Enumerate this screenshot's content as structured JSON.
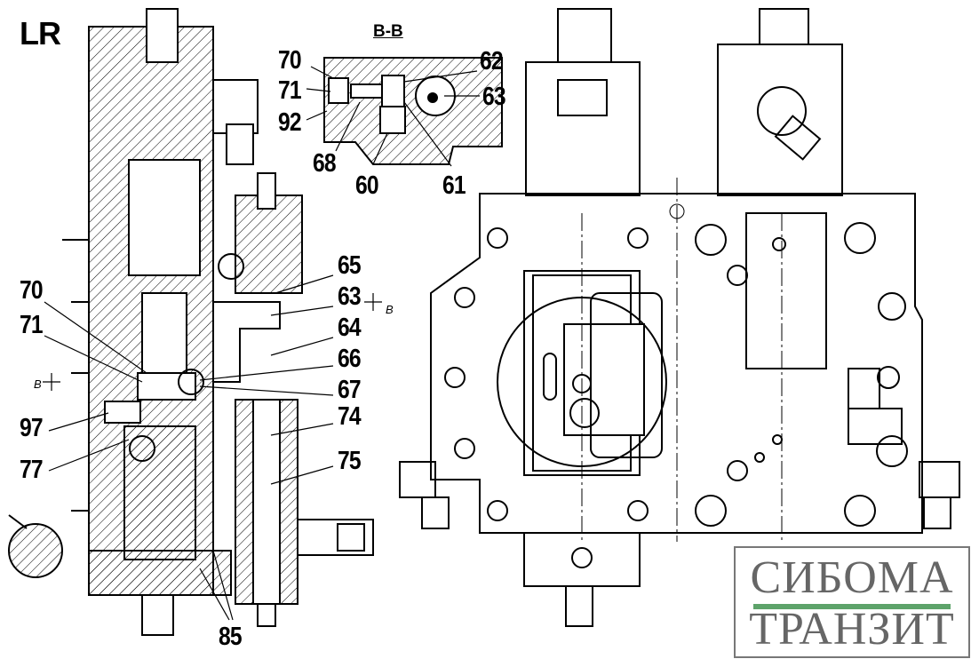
{
  "title": "LR",
  "section_title": "B-B",
  "section_labels": [
    "70",
    "71",
    "92",
    "62",
    "63",
    "68",
    "60",
    "61"
  ],
  "left_labels": [
    "65",
    "63",
    "64",
    "66",
    "67",
    "74",
    "75",
    "70",
    "71",
    "97",
    "77",
    "85"
  ],
  "section_marks": [
    "B",
    "B"
  ],
  "watermark": {
    "line1": "СИБОМА",
    "line2": "ТРАНЗИТ",
    "bar_color": "#5da36a"
  }
}
